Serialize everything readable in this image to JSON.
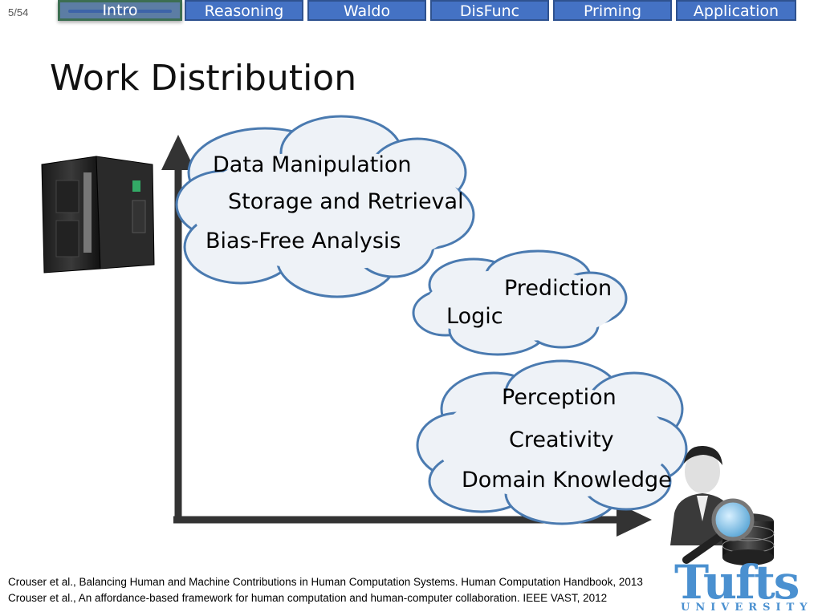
{
  "slide": {
    "page": "5/54",
    "title": "Work Distribution"
  },
  "nav": {
    "tabs": [
      {
        "label": "Intro",
        "active": true
      },
      {
        "label": "Reasoning"
      },
      {
        "label": "Waldo"
      },
      {
        "label": "DisFunc"
      },
      {
        "label": "Priming"
      },
      {
        "label": "Application"
      }
    ]
  },
  "clouds": {
    "machine": [
      "Data Manipulation",
      "Storage and Retrieval",
      "Bias-Free Analysis"
    ],
    "middle": [
      "Prediction",
      "Logic"
    ],
    "human": [
      "Perception",
      "Creativity",
      "Domain Knowledge"
    ]
  },
  "references": [
    "Crouser et al., Balancing Human and Machine Contributions in Human Computation Systems.  Human Computation Handbook, 2013",
    "Crouser et al., An affordance-based framework for human computation and human-computer collaboration.  IEEE VAST, 2012"
  ],
  "logo": {
    "word": "Tufts",
    "sub": "UNIVERSITY"
  },
  "colors": {
    "tab_bg": "#4472c4",
    "cloud_fill": "#eef2f7",
    "cloud_stroke": "#4a7ab0",
    "axis": "#333333",
    "logo": "#4a90d0"
  },
  "icons": [
    "server-rack-icon",
    "person-database-search-icon",
    "axis-arrows"
  ]
}
